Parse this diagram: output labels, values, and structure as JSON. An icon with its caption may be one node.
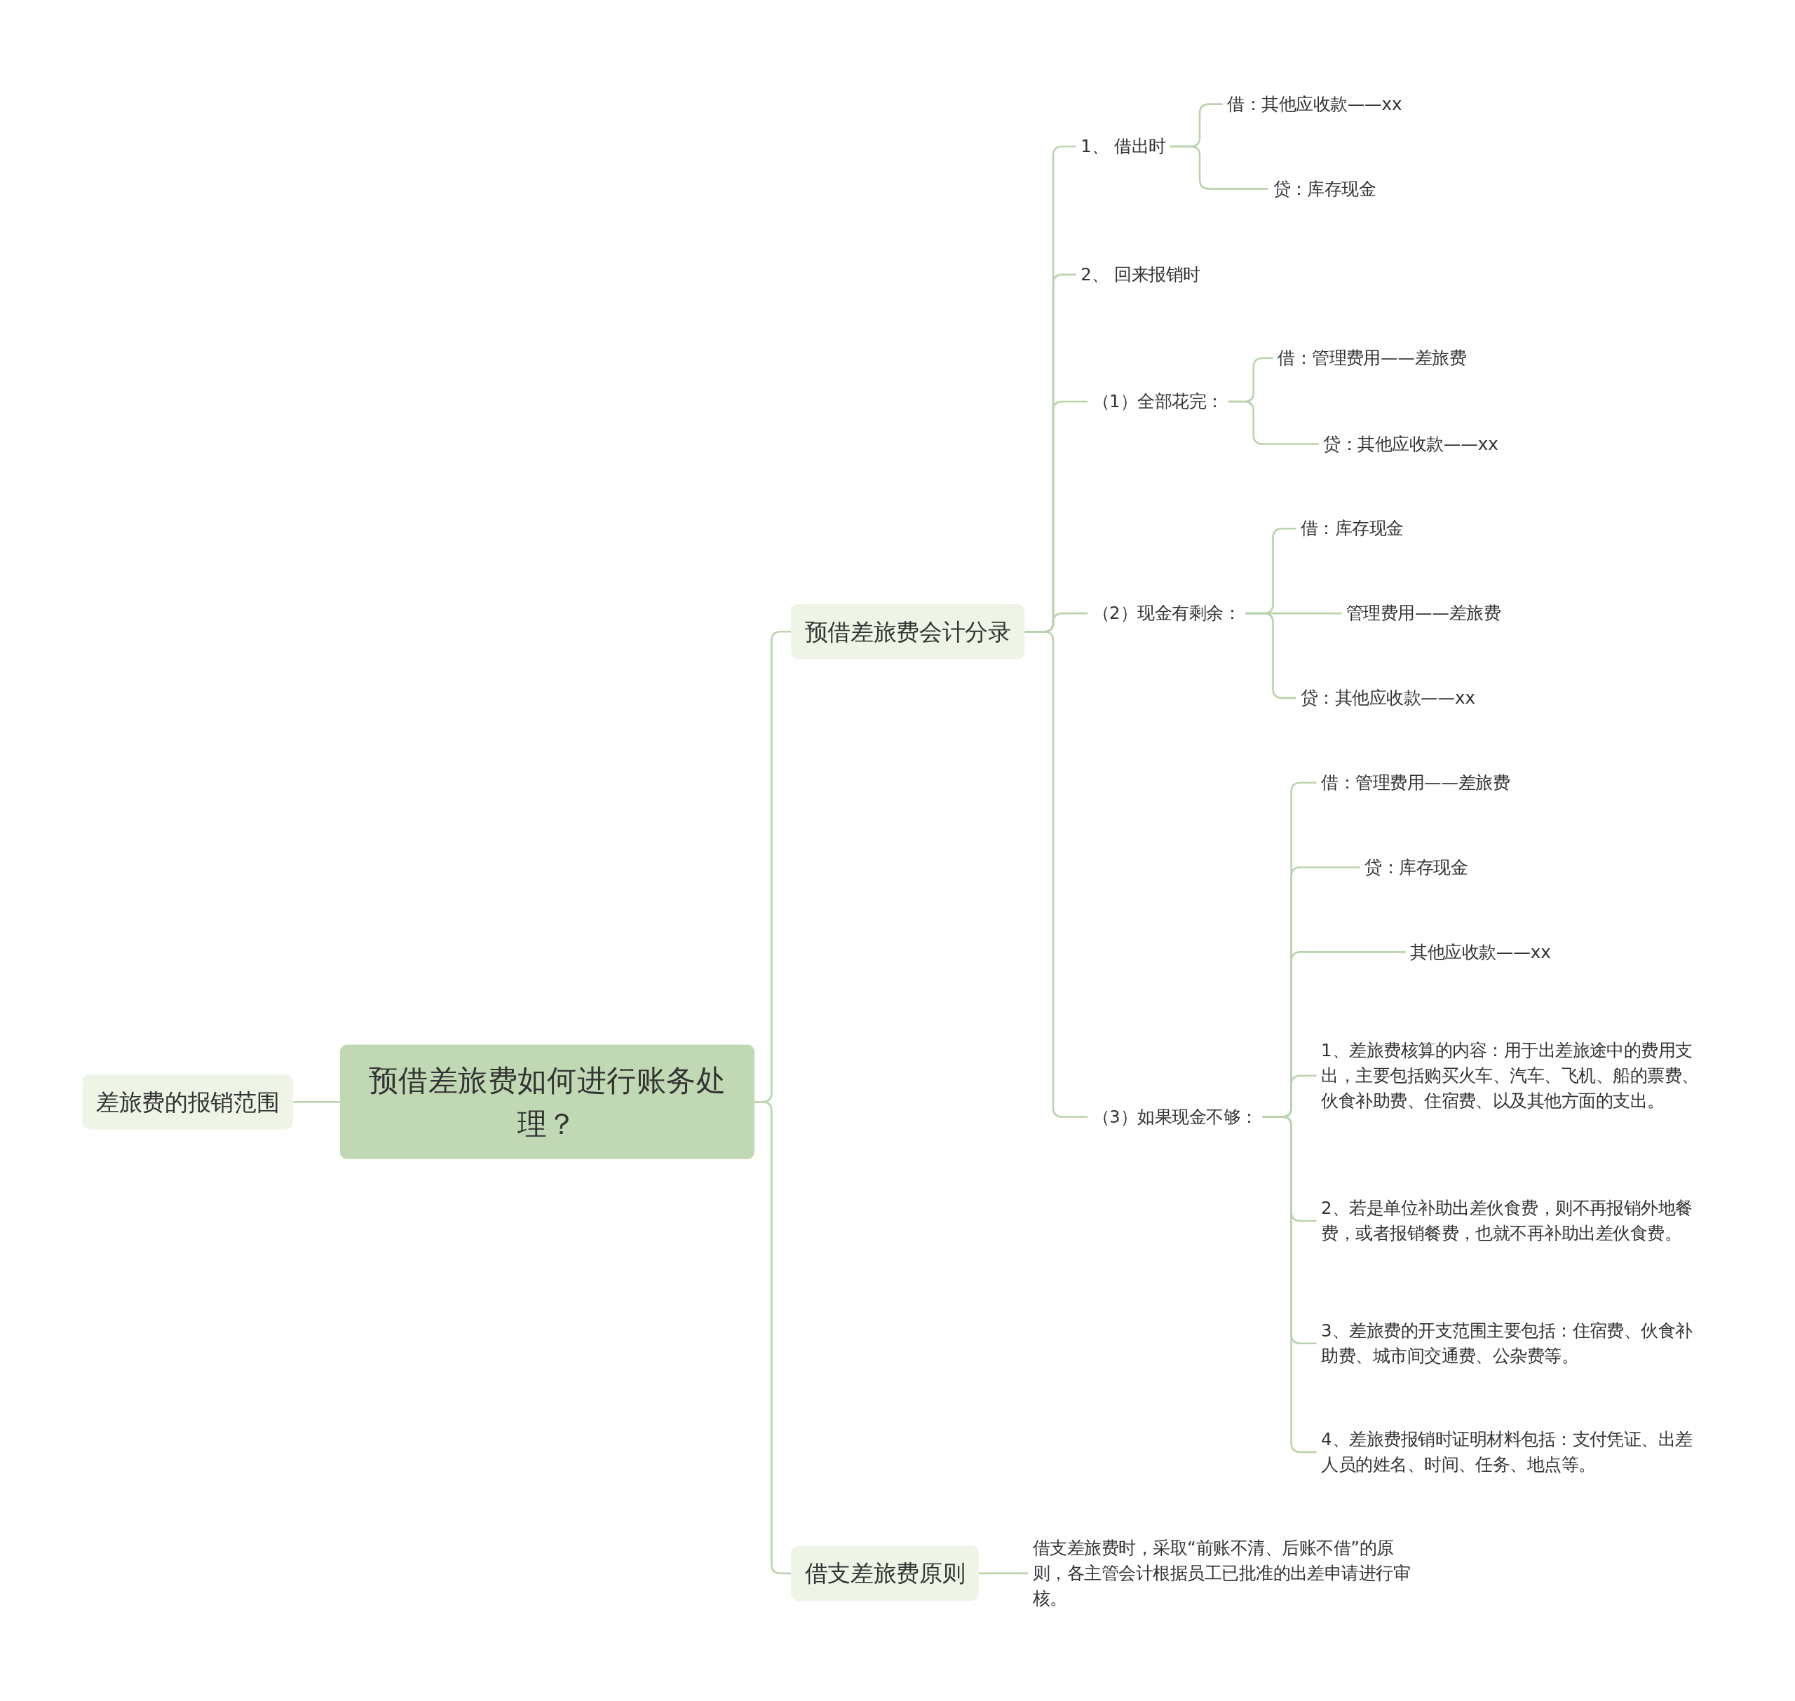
{
  "diagram": {
    "nodes": [
      {
        "text": [
          "预借差旅费如何进行账务处理？"
        ]
      },
      {
        "text": [
          "差旅费的报销范围"
        ]
      },
      {
        "text": [
          "预借差旅费会计分录"
        ]
      },
      {
        "text": [
          "借支差旅费原则"
        ]
      },
      {
        "text": [
          "借支差旅费时，采取“前账不清、后账不借”的原则，各主管会计根据员工已批准的出差申请进行审核。"
        ]
      },
      {
        "text": [
          "1、 借出时"
        ]
      },
      {
        "text": [
          "借：其他应收款——xx"
        ]
      },
      {
        "text": [
          "贷：库存现金"
        ]
      },
      {
        "text": [
          "2、 回来报销时"
        ]
      },
      {
        "text": [
          "（1）全部花完："
        ]
      },
      {
        "text": [
          "借：管理费用——差旅费"
        ]
      },
      {
        "text": [
          "贷：其他应收款——xx"
        ]
      },
      {
        "text": [
          "（2）现金有剩余："
        ]
      },
      {
        "text": [
          "借：库存现金"
        ]
      },
      {
        "text": [
          "管理费用——差旅费"
        ]
      },
      {
        "text": [
          "贷：其他应收款——xx"
        ]
      },
      {
        "text": [
          "（3）如果现金不够："
        ]
      },
      {
        "text": [
          "借：管理费用——差旅费"
        ]
      },
      {
        "text": [
          "贷：库存现金"
        ]
      },
      {
        "text": [
          "其他应收款——xx"
        ]
      },
      {
        "text": [
          "1、差旅费核算的内容：用于出差旅途中的费用支出，主要包括购买火车、汽车、飞机、船的票费、伙食补助费、住宿费、以及其他方面的支出。"
        ]
      },
      {
        "text": [
          "2、若是单位补助出差伙食费，则不再报销外地餐费，或者报销餐费，也就不再补助出差伙食费。"
        ]
      },
      {
        "text": [
          "3、差旅费的开支范围主要包括：住宿费、伙食补助费、城市间交通费、公杂费等。"
        ]
      },
      {
        "text": [
          "4、差旅费报销时证明材料包括：支付凭证、出差人员的姓名、时间、任务、地点等。"
        ]
      }
    ],
    "edges": [
      {
        "from": 0,
        "to": 1,
        "arrow": "none"
      },
      {
        "from": 0,
        "to": 2,
        "arrow": "none"
      },
      {
        "from": 0,
        "to": 3,
        "arrow": "none"
      },
      {
        "from": 3,
        "to": 4,
        "arrow": "none"
      },
      {
        "from": 2,
        "to": 5,
        "arrow": "none"
      },
      {
        "from": 2,
        "to": 8,
        "arrow": "none"
      },
      {
        "from": 2,
        "to": 9,
        "arrow": "none"
      },
      {
        "from": 2,
        "to": 12,
        "arrow": "none"
      },
      {
        "from": 2,
        "to": 16,
        "arrow": "none"
      },
      {
        "from": 5,
        "to": 6,
        "arrow": "none"
      },
      {
        "from": 5,
        "to": 7,
        "arrow": "none"
      },
      {
        "from": 9,
        "to": 10,
        "arrow": "none"
      },
      {
        "from": 9,
        "to": 11,
        "arrow": "none"
      },
      {
        "from": 12,
        "to": 13,
        "arrow": "none"
      },
      {
        "from": 12,
        "to": 14,
        "arrow": "none"
      },
      {
        "from": 12,
        "to": 15,
        "arrow": "none"
      },
      {
        "from": 16,
        "to": 17,
        "arrow": "none"
      },
      {
        "from": 16,
        "to": 18,
        "arrow": "none"
      },
      {
        "from": 16,
        "to": 19,
        "arrow": "none"
      },
      {
        "from": 16,
        "to": 20,
        "arrow": "none"
      },
      {
        "from": 16,
        "to": 21,
        "arrow": "none"
      },
      {
        "from": 16,
        "to": 22,
        "arrow": "none"
      },
      {
        "from": 16,
        "to": 23,
        "arrow": "none"
      }
    ]
  }
}
